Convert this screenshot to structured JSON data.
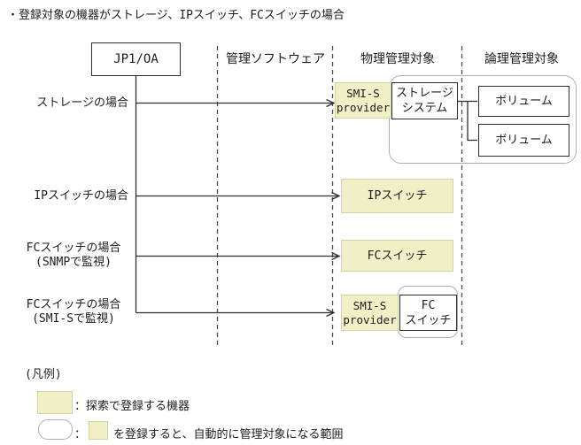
{
  "title": "・登録対象の機器がストレージ、IPスイッチ、FCスイッチの場合",
  "colors": {
    "highlight-fill": "#f0efc5",
    "highlight-border": "#d6d49b",
    "line": "#2e2e2e",
    "group-border": "#aeaeae",
    "dash": "#4a4a4a",
    "text": "#1c1c1c"
  },
  "header": {
    "jp1oa": "JP1/OA",
    "columns": [
      "管理ソフトウェア",
      "物理管理対象",
      "論理管理対象"
    ]
  },
  "rows": {
    "storage": {
      "label": "ストレージの場合",
      "smis_line1": "SMI-S",
      "smis_line2": "provider",
      "system_line1": "ストレージ",
      "system_line2": "システム",
      "volume1": "ボリューム",
      "volume2": "ボリューム"
    },
    "ip": {
      "label": "IPスイッチの場合",
      "device": "IPスイッチ"
    },
    "fc_snmp": {
      "label_line1": "FCスイッチの場合",
      "label_line2": "(SNMPで監視)",
      "device": "FCスイッチ"
    },
    "fc_smis": {
      "label_line1": "FCスイッチの場合",
      "label_line2": "(SMI-Sで監視)",
      "smis_line1": "SMI-S",
      "smis_line2": "provider",
      "device_line1": "FC",
      "device_line2": "スイッチ"
    }
  },
  "legend": {
    "title": "(凡例)",
    "discover_text": "：探索で登録する機器",
    "auto_colon": "：",
    "auto_text": "を登録すると、自動的に管理対象になる範囲"
  }
}
